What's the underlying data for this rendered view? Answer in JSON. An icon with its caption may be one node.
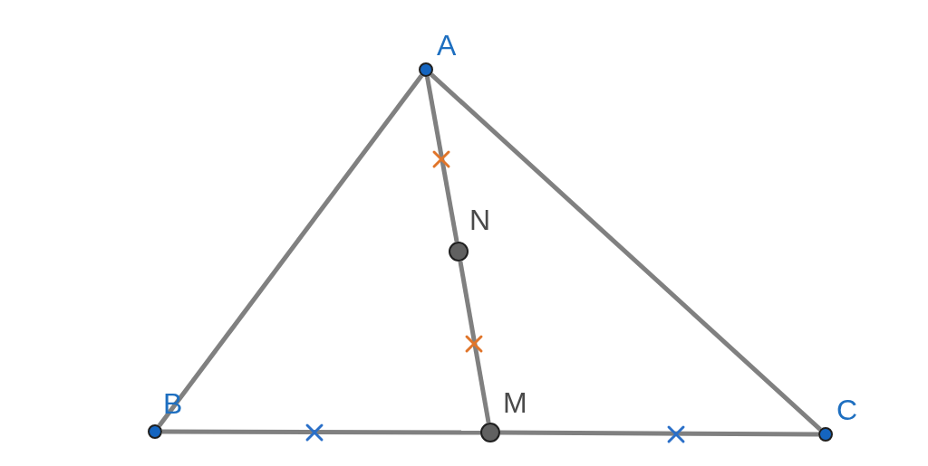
{
  "diagram": {
    "nodes": [
      {
        "text": [
          "A"
        ]
      },
      {
        "text": [
          "N"
        ]
      },
      {
        "text": [
          "B"
        ]
      },
      {
        "text": [
          "M"
        ]
      },
      {
        "text": [
          "C"
        ]
      }
    ],
    "edges": [
      {
        "from": 0,
        "to": 2,
        "arrow": "none"
      },
      {
        "from": 0,
        "to": 4,
        "arrow": "none"
      },
      {
        "from": 2,
        "to": 3,
        "arrow": "none"
      },
      {
        "from": 3,
        "to": 4,
        "arrow": "none"
      },
      {
        "from": 0,
        "to": 1,
        "arrow": "none"
      },
      {
        "from": 1,
        "to": 3,
        "arrow": "none"
      }
    ]
  }
}
